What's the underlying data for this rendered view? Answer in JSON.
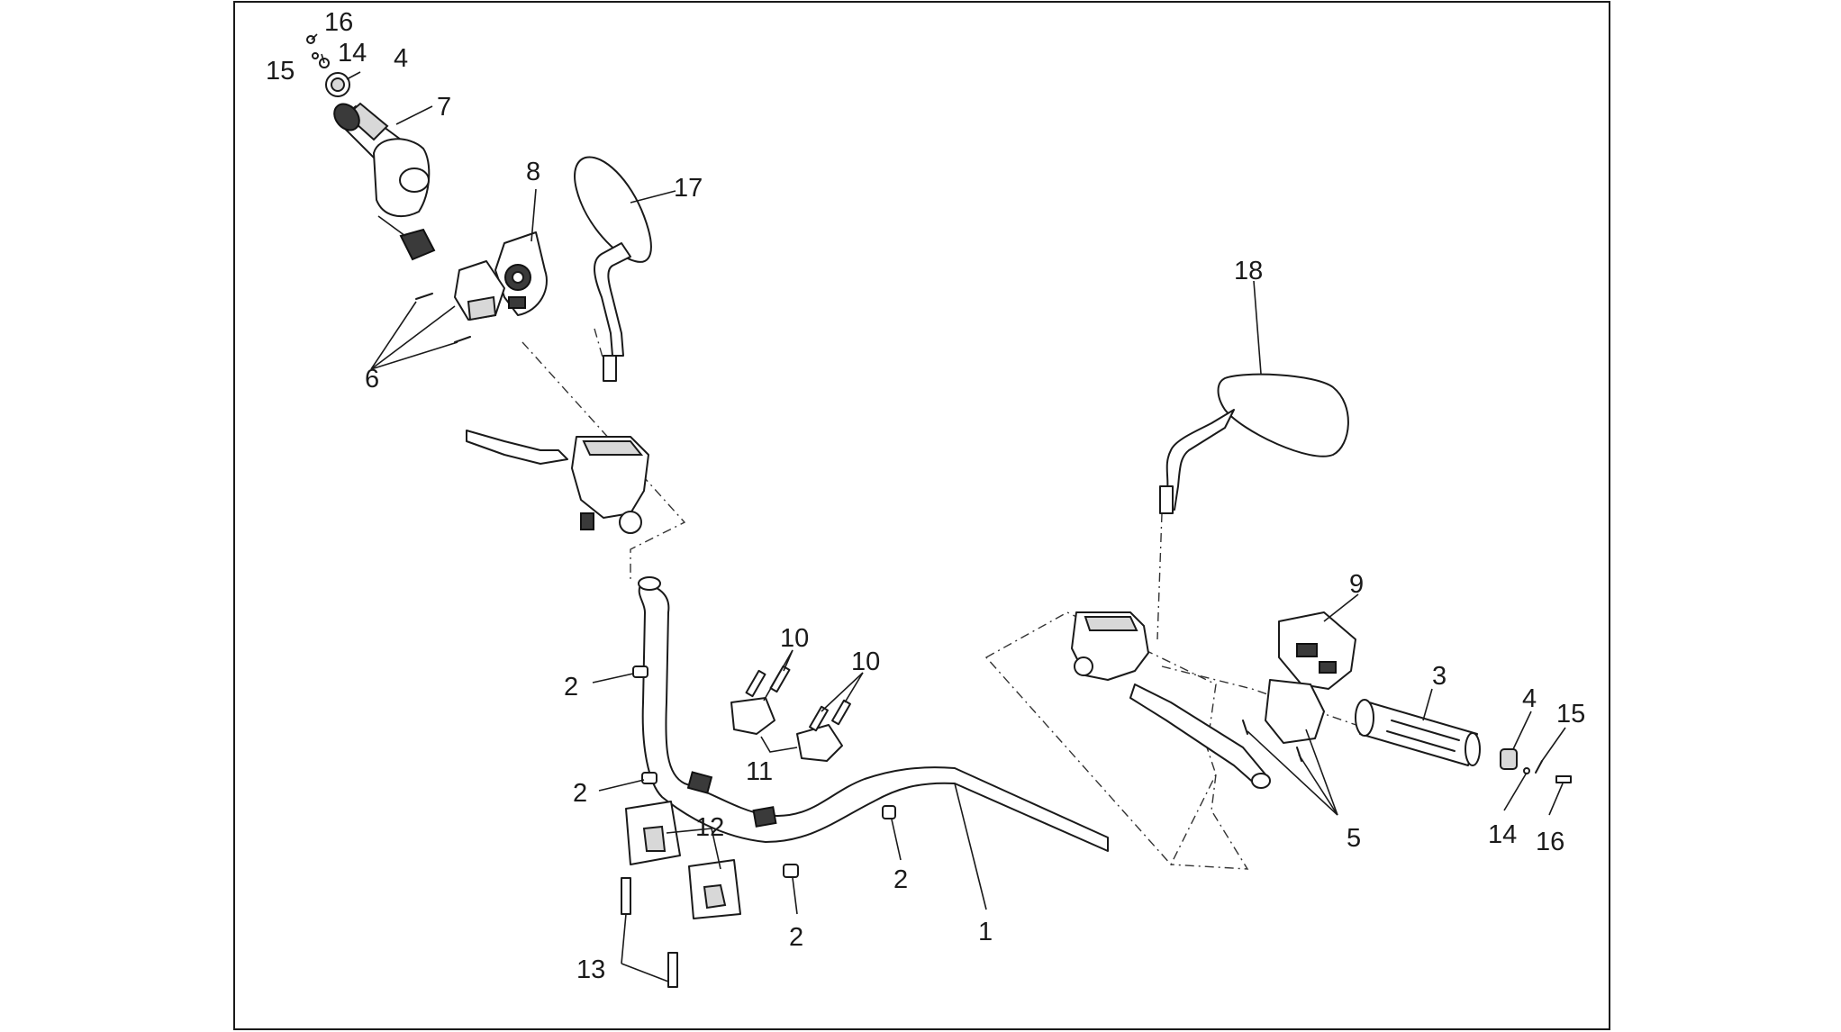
{
  "diagram": {
    "callouts": [
      {
        "id": "c16a",
        "text": "16"
      },
      {
        "id": "c15a",
        "text": "15"
      },
      {
        "id": "c14a",
        "text": "14"
      },
      {
        "id": "c4a",
        "text": "4"
      },
      {
        "id": "c7",
        "text": "7"
      },
      {
        "id": "c8",
        "text": "8"
      },
      {
        "id": "c17",
        "text": "17"
      },
      {
        "id": "c6",
        "text": "6"
      },
      {
        "id": "c18",
        "text": "18"
      },
      {
        "id": "c9",
        "text": "9"
      },
      {
        "id": "c10a",
        "text": "10"
      },
      {
        "id": "c10b",
        "text": "10"
      },
      {
        "id": "c2a",
        "text": "2"
      },
      {
        "id": "c11",
        "text": "11"
      },
      {
        "id": "c2b",
        "text": "2"
      },
      {
        "id": "c12",
        "text": "12"
      },
      {
        "id": "c2c",
        "text": "2"
      },
      {
        "id": "c2d",
        "text": "2"
      },
      {
        "id": "c13",
        "text": "13"
      },
      {
        "id": "c1",
        "text": "1"
      },
      {
        "id": "c3",
        "text": "3"
      },
      {
        "id": "c4b",
        "text": "4"
      },
      {
        "id": "c15b",
        "text": "15"
      },
      {
        "id": "c5",
        "text": "5"
      },
      {
        "id": "c14b",
        "text": "14"
      },
      {
        "id": "c16b",
        "text": "16"
      }
    ]
  }
}
